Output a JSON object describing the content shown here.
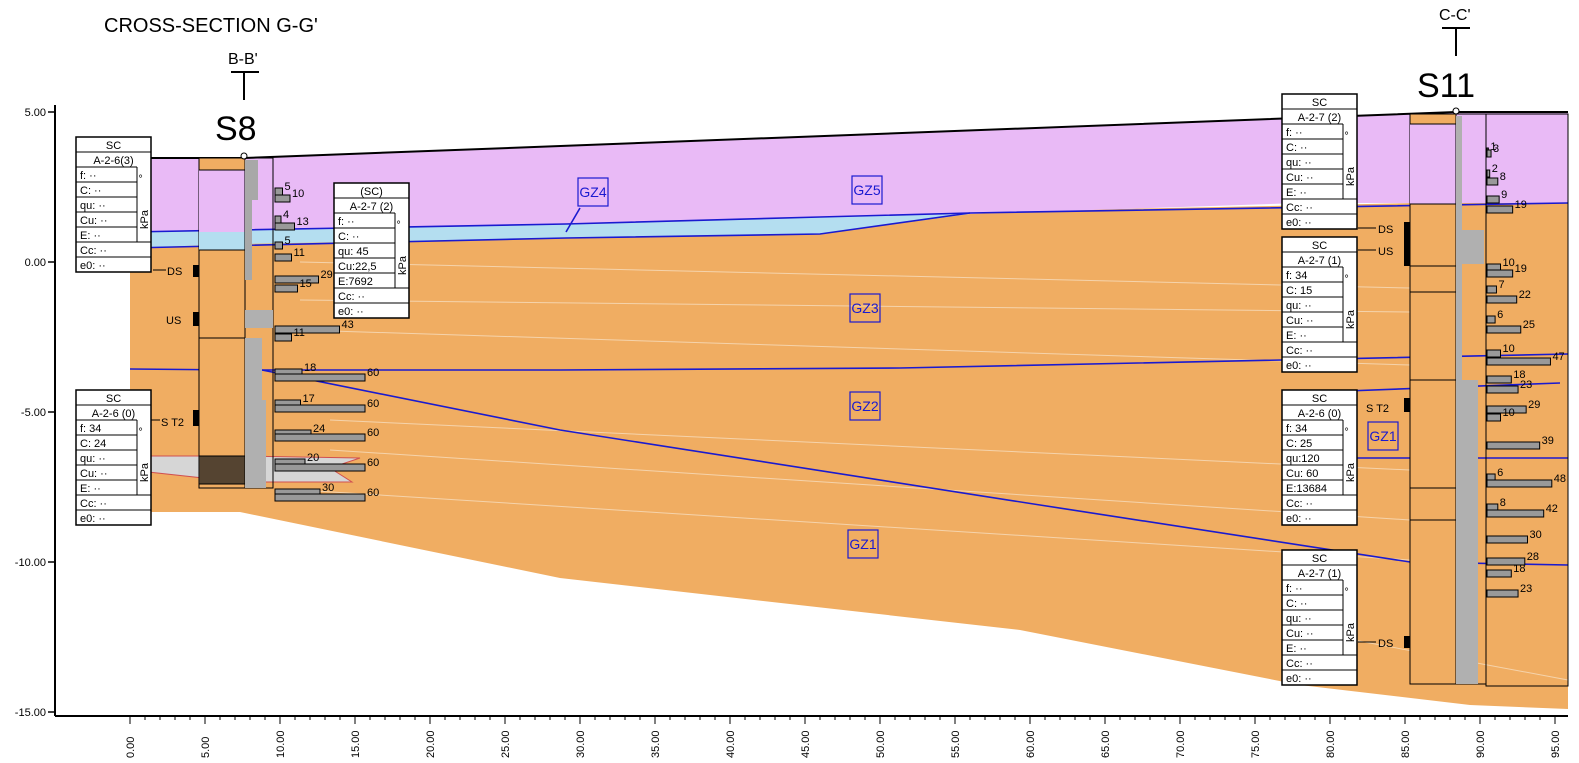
{
  "title": "CROSS-SECTION G-G'",
  "section_refs": [
    {
      "label": "B-B'",
      "borehole": "S8"
    },
    {
      "label": "C-C'",
      "borehole": "S11"
    }
  ],
  "y_axis": {
    "ticks": [
      "5.00",
      "0.00",
      "-5.00",
      "-10.00",
      "-15.00"
    ]
  },
  "x_axis": {
    "ticks": [
      "0.00",
      "5.00",
      "10.00",
      "15.00",
      "20.00",
      "25.00",
      "30.00",
      "35.00",
      "40.00",
      "45.00",
      "50.00",
      "55.00",
      "60.00",
      "65.00",
      "70.00",
      "75.00",
      "80.00",
      "85.00",
      "90.00",
      "95.00"
    ]
  },
  "zones": [
    "GZ5",
    "GZ4",
    "GZ3",
    "GZ2",
    "GZ1",
    "GZ1"
  ],
  "samples": {
    "ds": "DS",
    "us": "US",
    "st2": "S T2"
  },
  "unit_kpa": "kPa",
  "unit_n": "°",
  "boxes": {
    "s8_top": [
      "SC",
      "A-2-6(3)",
      "f:  ··",
      "C:  ··",
      "qu:  ··",
      "Cu:  ··",
      "E:  ··",
      "Cc:  ··",
      "e0:  ··"
    ],
    "s8_mid": [
      "(SC)",
      "A-2-7 (2)",
      "f:  ··",
      "C:  ··",
      "qu: 45",
      "Cu:22,5",
      "E:7692",
      "Cc:  ··",
      "e0:  ··"
    ],
    "s8_bot": [
      "SC",
      "A-2-6 (0)",
      "f:  34",
      "C: 24",
      "qu:  ··",
      "Cu:  ··",
      "E:  ··",
      "Cc:  ··",
      "e0:  ··"
    ],
    "s11_a": [
      "SC",
      "A-2-7 (2)",
      "f:  ··",
      "C:  ··",
      "qu:  ··",
      "Cu:  ··",
      "E:  ··",
      "Cc:  ··",
      "e0:  ··"
    ],
    "s11_b": [
      "SC",
      "A-2-7 (1)",
      "f:  34",
      "C: 15",
      "qu:  ··",
      "Cu:  ··",
      "E:  ··",
      "Cc:  ··",
      "e0:  ··"
    ],
    "s11_c": [
      "SC",
      "A-2-6 (0)",
      "f:  34",
      "C: 25",
      "qu:120",
      "Cu: 60",
      "E:13684",
      "Cc:  ··",
      "e0:  ··"
    ],
    "s11_d": [
      "SC",
      "A-2-7 (1)",
      "f:  ··",
      "C:  ··",
      "qu:  ··",
      "Cu:  ··",
      "E:  ··",
      "Cc:  ··",
      "e0:  ··"
    ]
  },
  "spt_s8": [
    {
      "n": "5",
      "v": 5
    },
    {
      "n": "10",
      "v": 10
    },
    {
      "n": "4",
      "v": 4
    },
    {
      "n": "13",
      "v": 13
    },
    {
      "n": "5",
      "v": 5
    },
    {
      "n": "11",
      "v": 11
    },
    {
      "n": "29",
      "v": 29
    },
    {
      "n": "15",
      "v": 15
    },
    {
      "n": "43",
      "v": 43
    },
    {
      "n": "11",
      "v": 11
    },
    {
      "n": "18",
      "v": 18
    },
    {
      "n": "60",
      "v": 60
    },
    {
      "n": "17",
      "v": 17
    },
    {
      "n": "60",
      "v": 60
    },
    {
      "n": "24",
      "v": 24
    },
    {
      "n": "60",
      "v": 60
    },
    {
      "n": "20",
      "v": 20
    },
    {
      "n": "60",
      "v": 60
    },
    {
      "n": "30",
      "v": 30
    },
    {
      "n": "60",
      "v": 60
    }
  ],
  "spt_s11": [
    {
      "n": "1",
      "v": 1
    },
    {
      "n": "3",
      "v": 3
    },
    {
      "n": "2",
      "v": 2
    },
    {
      "n": "8",
      "v": 8
    },
    {
      "n": "9",
      "v": 9
    },
    {
      "n": "19",
      "v": 19
    },
    {
      "n": "10",
      "v": 10
    },
    {
      "n": "19",
      "v": 19
    },
    {
      "n": "7",
      "v": 7
    },
    {
      "n": "22",
      "v": 22
    },
    {
      "n": "6",
      "v": 6
    },
    {
      "n": "25",
      "v": 25
    },
    {
      "n": "10",
      "v": 10
    },
    {
      "n": "47",
      "v": 47
    },
    {
      "n": "18",
      "v": 18
    },
    {
      "n": "23",
      "v": 23
    },
    {
      "n": "29",
      "v": 29
    },
    {
      "n": "10",
      "v": 10
    },
    {
      "n": "39",
      "v": 39
    },
    {
      "n": "6",
      "v": 6
    },
    {
      "n": "48",
      "v": 48
    },
    {
      "n": "8",
      "v": 8
    },
    {
      "n": "42",
      "v": 42
    },
    {
      "n": "30",
      "v": 30
    },
    {
      "n": "28",
      "v": 28
    },
    {
      "n": "18",
      "v": 18
    },
    {
      "n": "23",
      "v": 23
    }
  ],
  "colors": {
    "fill_top": "#e9baf6",
    "fill_main": "#f0ad62",
    "fill_water": "#b4def0",
    "line_blue": "#1a1ad0",
    "bar": "#999999"
  }
}
